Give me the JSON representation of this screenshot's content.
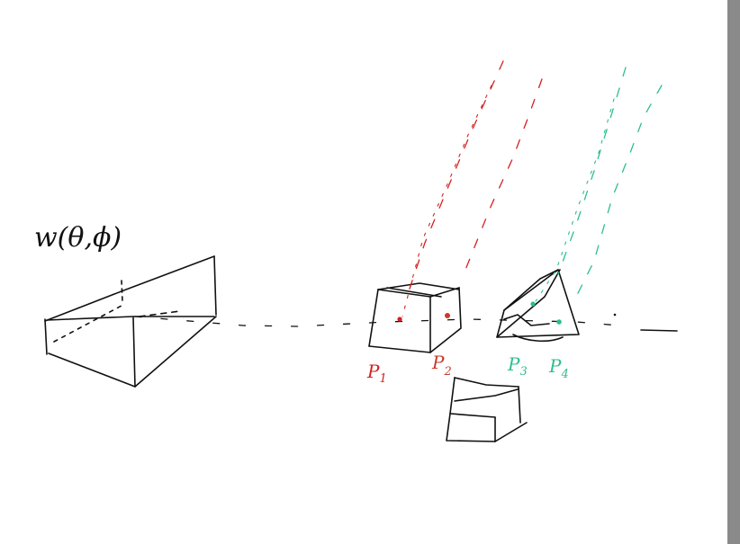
{
  "diagram": {
    "function_label": "w(θ,ϕ)",
    "points": [
      {
        "id": "p1",
        "label": "P",
        "subscript": "1",
        "color": "#d42020"
      },
      {
        "id": "p2",
        "label": "P",
        "subscript": "2",
        "color": "#c83a2a"
      },
      {
        "id": "p3",
        "label": "P",
        "subscript": "3",
        "color": "#2bbf8a"
      },
      {
        "id": "p4",
        "label": "P",
        "subscript": "4",
        "color": "#2bbf8a"
      }
    ]
  },
  "colors": {
    "ink": "#111111",
    "red": "#d42020",
    "green": "#2bbf8a",
    "scrollbar_thumb": "#8a8a8a"
  }
}
